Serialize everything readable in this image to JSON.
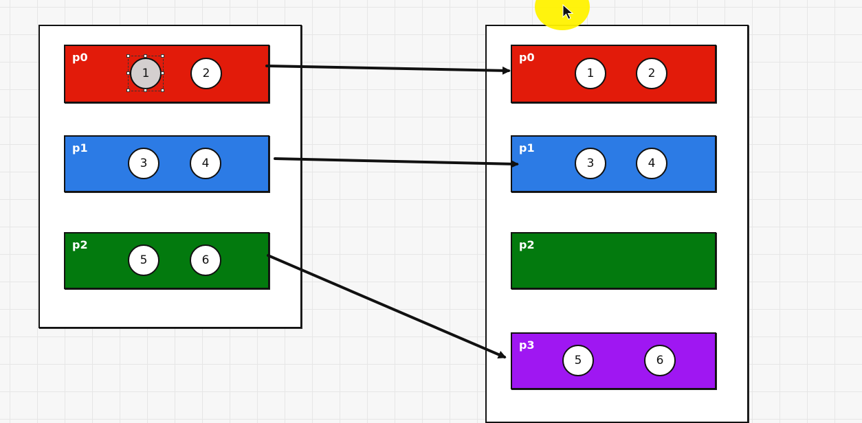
{
  "colors": {
    "red": "#e21b0a",
    "blue": "#2c7be5",
    "green": "#037a0e",
    "purple": "#9f17f2",
    "selected_item": "#d4cfcf",
    "cursor_highlight": "#fff200"
  },
  "left": {
    "partitions": [
      {
        "label": "p0",
        "items": [
          "1",
          "2"
        ]
      },
      {
        "label": "p1",
        "items": [
          "3",
          "4"
        ]
      },
      {
        "label": "p2",
        "items": [
          "5",
          "6"
        ]
      }
    ]
  },
  "right": {
    "partitions": [
      {
        "label": "p0",
        "items": [
          "1",
          "2"
        ]
      },
      {
        "label": "p1",
        "items": [
          "3",
          "4"
        ]
      },
      {
        "label": "p2",
        "items": []
      },
      {
        "label": "p3",
        "items": [
          "5",
          "6"
        ]
      }
    ]
  },
  "arrows": [
    {
      "from": "left p0",
      "to": "right p0"
    },
    {
      "from": "left p1",
      "to": "right p1"
    },
    {
      "from": "left p2",
      "to": "right p3"
    }
  ],
  "icons": {
    "cursor": "mouse-pointer-icon",
    "arrowhead": "arrowhead-icon"
  }
}
